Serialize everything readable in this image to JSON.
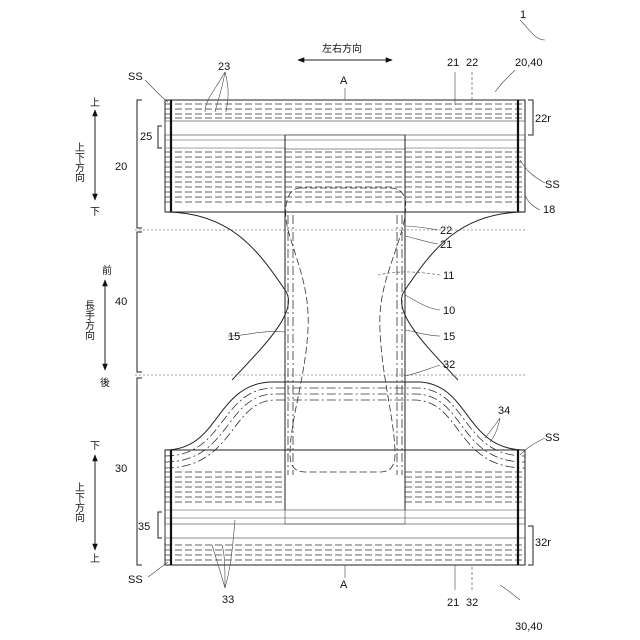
{
  "figure_number": "1",
  "directions": {
    "left_right": "左右方向",
    "up_down_top": "上下方向",
    "up_down_bottom": "上下方向",
    "longitudinal": "長手方向",
    "up": "上",
    "down": "下",
    "front": "前",
    "back": "後",
    "down_b": "下",
    "up_b": "上"
  },
  "labels": {
    "A_top": "A",
    "A_bottom": "A",
    "SS_tl": "SS",
    "SS_tr": "SS",
    "SS_bl": "SS",
    "SS_br": "SS",
    "n20": "20",
    "n40": "40",
    "n30": "30",
    "n25": "25",
    "n35": "35",
    "n23": "23",
    "n33": "33",
    "n21_top": "21",
    "n22_top": "22",
    "n2040": "20,40",
    "n22r": "22r",
    "n18": "18",
    "n22_mid": "22",
    "n21_mid": "21",
    "n11": "11",
    "n10": "10",
    "n15_left": "15",
    "n15_right": "15",
    "n32_mid": "32",
    "n34": "34",
    "n32r": "32r",
    "n21_bot": "21",
    "n32_bot": "32",
    "n3040": "30,40"
  }
}
